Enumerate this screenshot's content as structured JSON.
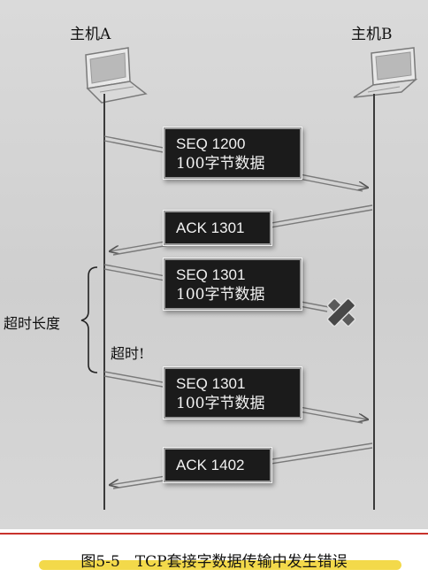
{
  "hosts": {
    "a_label": "主机A",
    "b_label": "主机B"
  },
  "messages": [
    {
      "line1": "SEQ 1200",
      "line2": "100字节数据",
      "direction": "A-to-B",
      "result": "delivered"
    },
    {
      "line1": "ACK 1301",
      "direction": "B-to-A",
      "result": "delivered"
    },
    {
      "line1": "SEQ 1301",
      "line2": "100字节数据",
      "direction": "A-to-B",
      "result": "lost"
    },
    {
      "line1": "SEQ 1301",
      "line2": "100字节数据",
      "direction": "A-to-B",
      "result": "delivered"
    },
    {
      "line1": "ACK 1402",
      "direction": "B-to-A",
      "result": "delivered"
    }
  ],
  "timeout": {
    "length_label": "超时长度",
    "event_label": "超时!"
  },
  "icons": {
    "host": "laptop-icon",
    "lost": "x-mark-icon"
  },
  "colors": {
    "message_box": "#1b1b1b",
    "caption_rule": "#c8322c",
    "highlight": "#f3d94a"
  },
  "caption": {
    "text": "图5-5　TCP套接字数据传输中发生错误"
  }
}
